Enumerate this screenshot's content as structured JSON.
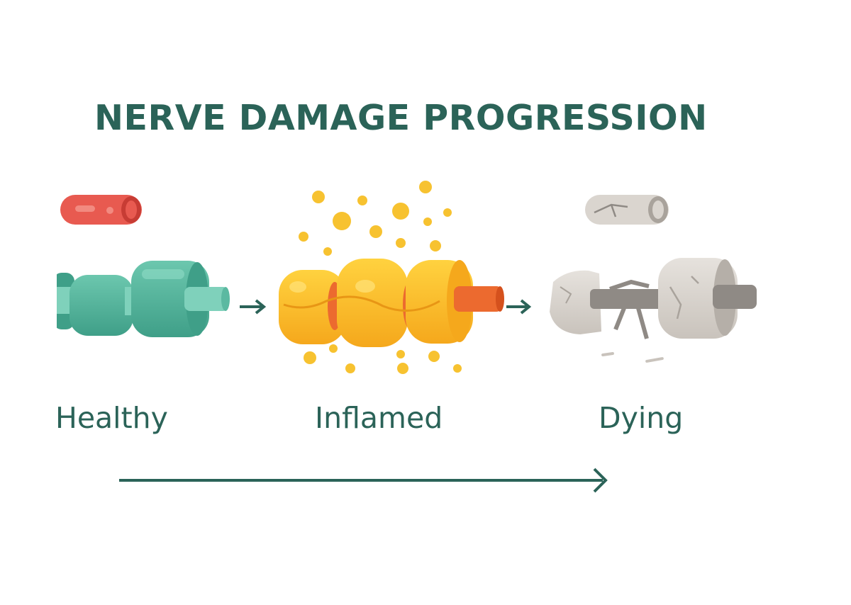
{
  "title": "NERVE DAMAGE PROGRESSION",
  "stages": [
    {
      "label": "Healthy",
      "color": "#5bb9a1",
      "vessel_color": "#e85a50"
    },
    {
      "label": "Inflamed",
      "color": "#f7c230",
      "axon_color": "#ec6a2f"
    },
    {
      "label": "Dying",
      "color": "#dad5cf",
      "axon_color": "#8f8a85"
    }
  ],
  "colors": {
    "text": "#2b6358",
    "arrow": "#2b6358"
  }
}
